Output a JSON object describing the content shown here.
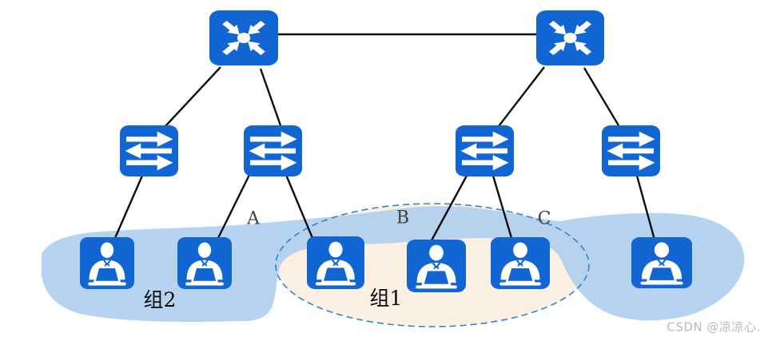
{
  "diagram_type": "network-topology",
  "labels": {
    "a": "A",
    "b": "B",
    "c": "C",
    "group1": "组1",
    "group2": "组2"
  },
  "watermark": "CSDN @凉凉心.",
  "nodes": {
    "routers": [
      {
        "id": "router-1",
        "icon": "core-router-icon"
      },
      {
        "id": "router-2",
        "icon": "core-router-icon"
      }
    ],
    "switches": [
      {
        "id": "switch-1",
        "icon": "switch-icon"
      },
      {
        "id": "switch-2",
        "icon": "switch-icon"
      },
      {
        "id": "switch-3",
        "icon": "switch-icon"
      },
      {
        "id": "switch-4",
        "icon": "switch-icon"
      }
    ],
    "users": [
      {
        "id": "user-1",
        "icon": "user-terminal-icon"
      },
      {
        "id": "user-2",
        "icon": "user-terminal-icon"
      },
      {
        "id": "user-3",
        "icon": "user-terminal-icon"
      },
      {
        "id": "user-4",
        "icon": "user-terminal-icon"
      },
      {
        "id": "user-5",
        "icon": "user-terminal-icon"
      },
      {
        "id": "user-6",
        "icon": "user-terminal-icon"
      }
    ]
  },
  "links": [
    {
      "from": "router-1",
      "to": "router-2"
    },
    {
      "from": "router-1",
      "to": "switch-1"
    },
    {
      "from": "router-1",
      "to": "switch-2"
    },
    {
      "from": "router-2",
      "to": "switch-3"
    },
    {
      "from": "router-2",
      "to": "switch-4"
    },
    {
      "from": "switch-1",
      "to": "user-1"
    },
    {
      "from": "switch-2",
      "to": "user-2"
    },
    {
      "from": "switch-2",
      "to": "user-3",
      "label": "A"
    },
    {
      "from": "switch-3",
      "to": "user-4",
      "label": "B"
    },
    {
      "from": "switch-3",
      "to": "user-5",
      "label": "C"
    },
    {
      "from": "switch-4",
      "to": "user-6"
    }
  ],
  "groups": [
    {
      "label": "组2",
      "style": "solid-blue-blob",
      "members": [
        "user-1",
        "user-2",
        "user-6"
      ]
    },
    {
      "label": "组1",
      "style": "dashed-ellipse",
      "members": [
        "user-3",
        "user-4",
        "user-5"
      ]
    }
  ],
  "colors": {
    "node_blue": "#1166d4",
    "group2_fill": "#b6d4f0",
    "group1_fill": "#fbf0e2",
    "group1_border": "#2b8ac5",
    "link_line": "#0d0d0d",
    "watermark": "#b3bcc4"
  }
}
